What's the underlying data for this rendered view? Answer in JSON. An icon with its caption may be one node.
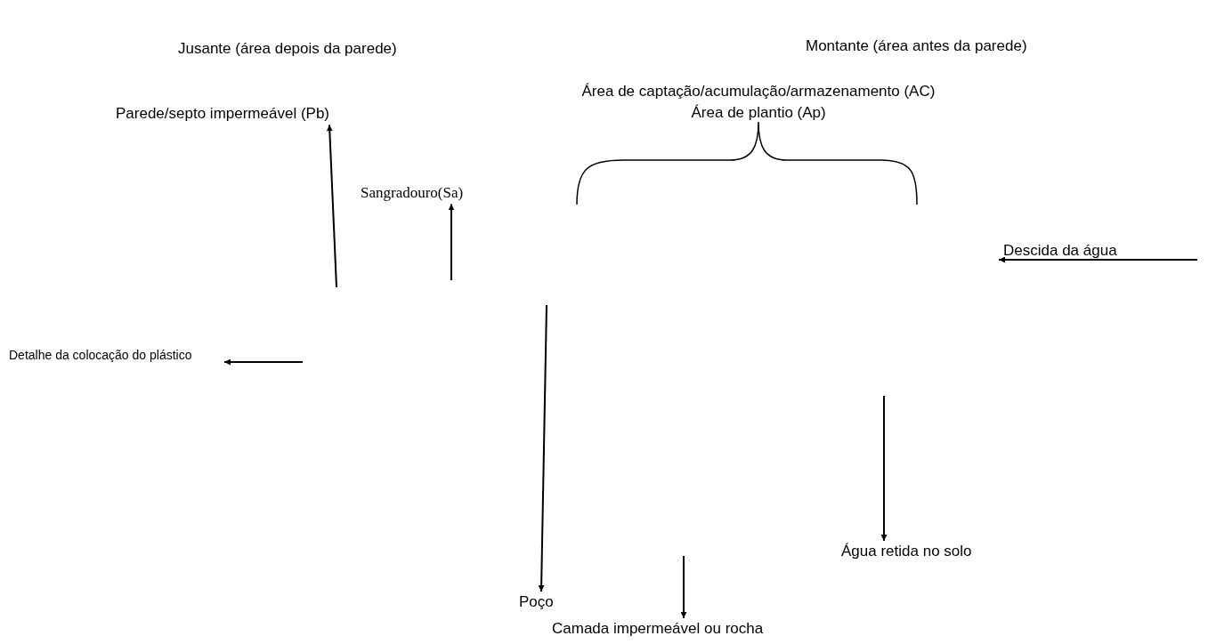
{
  "diagram": {
    "nodes": [
      {
        "text": [
          "Parede/septo impermeável (Pb)"
        ]
      },
      {
        "text": [
          "Sangradouro(Sa)"
        ]
      },
      {
        "text": [
          "Detalhe da colocação do plástico"
        ]
      },
      {
        "text": [
          "Poço"
        ]
      },
      {
        "text": [
          "Água retida no solo"
        ]
      },
      {
        "text": [
          "Camada impermeável ou rocha"
        ]
      }
    ],
    "edges": [
      {
        "from": null,
        "to": 0,
        "arrow": "to"
      },
      {
        "from": null,
        "to": 1,
        "arrow": "to"
      },
      {
        "from": null,
        "to": 2,
        "arrow": "to"
      },
      {
        "from": null,
        "to": 3,
        "arrow": "to"
      },
      {
        "from": null,
        "to": 4,
        "arrow": "to"
      },
      {
        "from": null,
        "to": 5,
        "arrow": "to"
      }
    ],
    "labels": [
      "Jusante (área depois da parede)",
      "Montante (área antes da parede)",
      "Área de captação/acumulação/armazenamento (AC)",
      "Área de plantio (Ap)",
      "Descida da água"
    ]
  }
}
